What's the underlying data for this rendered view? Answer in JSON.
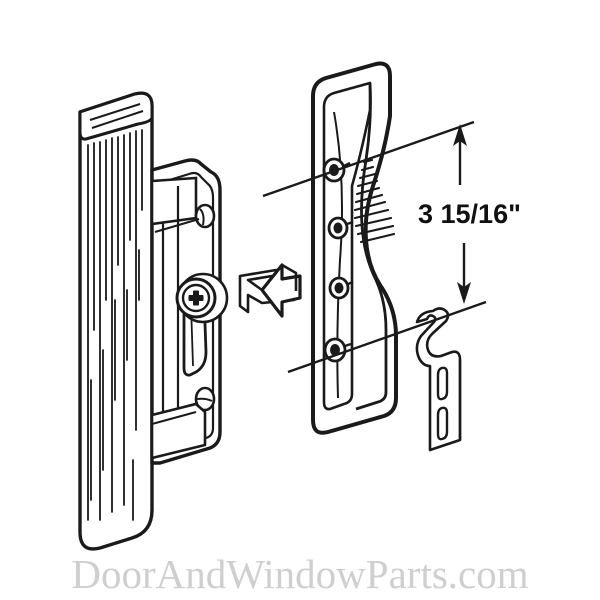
{
  "illustration": {
    "title": "Sliding Patio Door Handle Set Exploded Diagram",
    "background_color": "#ffffff",
    "line_color": "#1a1a1a",
    "fill_color": "#ffffff"
  },
  "dimension": {
    "label": "3 15/16\"",
    "text_color": "#101010",
    "orientation": "vertical",
    "measures": "screw hole center-to-center spacing"
  },
  "watermark": {
    "text": "DoorAndWindowParts.com",
    "color": "#cfcfcf"
  },
  "parts": [
    {
      "name": "interior-handle",
      "label": "Interior Pull Handle",
      "texture": "vertical-hatch",
      "position": "left"
    },
    {
      "name": "mounting-plate",
      "label": "Mounting Backplate",
      "position": "center-left"
    },
    {
      "name": "thumb-latch-screw",
      "label": "Phillips Screw with Thumb Latch Lever",
      "screw_type": "phillips",
      "position": "center"
    },
    {
      "name": "assembly-arrow",
      "label": "Assembly Direction Arrow",
      "direction": "right",
      "position": "center"
    },
    {
      "name": "exterior-handle",
      "label": "Exterior Handle Plate",
      "screw_hole_count": 4,
      "texture": "diagonal-hatch",
      "position": "center-right"
    },
    {
      "name": "strike-bracket",
      "label": "Strike Keeper Bracket",
      "slot_count": 2,
      "position": "right"
    }
  ]
}
